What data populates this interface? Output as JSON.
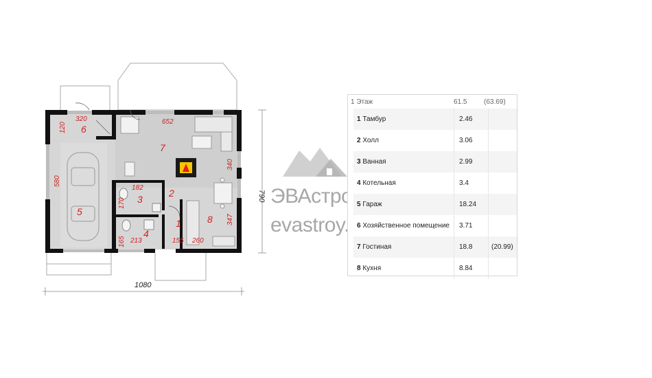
{
  "plan": {
    "rooms": [
      {
        "n": "1"
      },
      {
        "n": "2"
      },
      {
        "n": "3"
      },
      {
        "n": "4"
      },
      {
        "n": "5"
      },
      {
        "n": "6"
      },
      {
        "n": "7"
      },
      {
        "n": "8"
      }
    ],
    "dimensions": {
      "d320": "320",
      "d120": "120",
      "d652": "652",
      "d340": "340",
      "d580": "580",
      "d182": "182",
      "d170": "170",
      "d347": "347",
      "d165": "165",
      "d213": "213",
      "d155": "155",
      "d260": "260",
      "width": "1080",
      "height": "790"
    }
  },
  "watermark": {
    "brand": "ЭВАстрой",
    "site": "evastroy.ru"
  },
  "table": {
    "header": {
      "floor": "1 Этаж",
      "area": "61.5",
      "area_alt": "(63.69)"
    },
    "rows": [
      {
        "num": "1",
        "name": "Тамбур",
        "area": "2.46",
        "alt": ""
      },
      {
        "num": "2",
        "name": "Холл",
        "area": "3.06",
        "alt": ""
      },
      {
        "num": "3",
        "name": "Ванная",
        "area": "2.99",
        "alt": ""
      },
      {
        "num": "4",
        "name": "Котельная",
        "area": "3.4",
        "alt": ""
      },
      {
        "num": "5",
        "name": "Гараж",
        "area": "18.24",
        "alt": ""
      },
      {
        "num": "6",
        "name": "Хозяйственное помещение",
        "area": "3.71",
        "alt": ""
      },
      {
        "num": "7",
        "name": "Гостиная",
        "area": "18.8",
        "alt": "(20.99)"
      },
      {
        "num": "8",
        "name": "Кухня",
        "area": "8.84",
        "alt": ""
      }
    ]
  }
}
